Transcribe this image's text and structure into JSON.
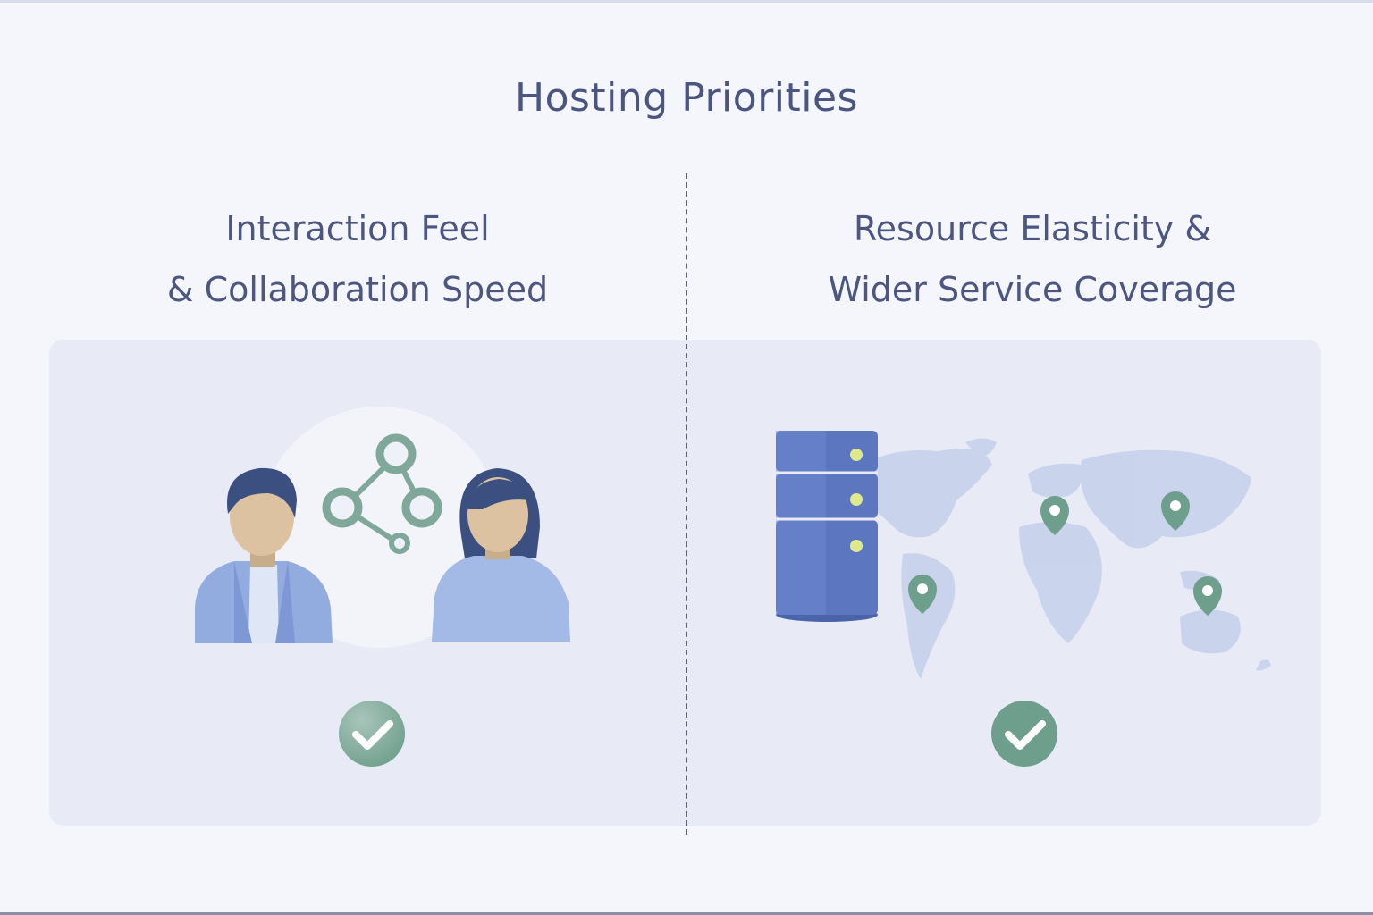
{
  "title": "Hosting Priorities",
  "left_column": {
    "heading_line1": "Interaction Feel",
    "heading_line2": "& Collaboration Speed",
    "icons": [
      "person-male-icon",
      "network-nodes-icon",
      "person-female-icon",
      "check-circle-icon"
    ]
  },
  "right_column": {
    "heading_line1": "Resource Elasticity &",
    "heading_line2": "Wider Service Coverage",
    "icons": [
      "server-stack-icon",
      "world-map-icon",
      "location-pin-icon",
      "check-circle-icon"
    ]
  },
  "colors": {
    "text": "#4c5680",
    "panel": "#e8ebf6",
    "accent_green": "#6e9e8c",
    "person_blue": "#9db3e2",
    "server_blue": "#5d76c0",
    "server_led": "#dde98a"
  }
}
